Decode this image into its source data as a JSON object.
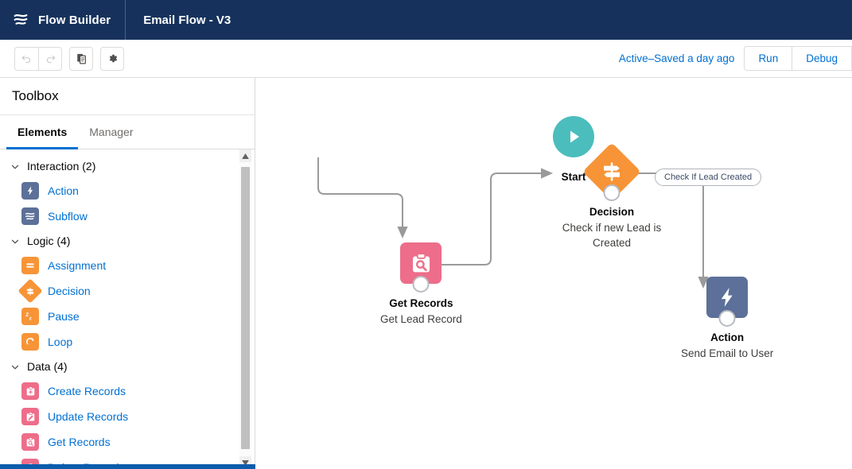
{
  "header": {
    "logo_icon": "flow-builder-logo",
    "app_name": "Flow Builder",
    "flow_title": "Email Flow - V3",
    "background_color": "#16325c"
  },
  "toolbar": {
    "undo_icon": "undo-icon",
    "redo_icon": "redo-icon",
    "copy_icon": "copy-icon",
    "settings_icon": "gear-icon",
    "status_text": "Active–Saved a day ago",
    "run_label": "Run",
    "debug_label": "Debug",
    "accent_color": "#0070d2"
  },
  "toolbox": {
    "title": "Toolbox",
    "tabs": [
      {
        "label": "Elements",
        "active": true
      },
      {
        "label": "Manager",
        "active": false
      }
    ],
    "groups": [
      {
        "title": "Interaction (2)",
        "items": [
          {
            "label": "Action",
            "icon": "lightning-bolt-icon",
            "color": "#5c7099",
            "shape": "square"
          },
          {
            "label": "Subflow",
            "icon": "subflow-icon",
            "color": "#5c7099",
            "shape": "square"
          }
        ]
      },
      {
        "title": "Logic (4)",
        "items": [
          {
            "label": "Assignment",
            "icon": "equals-icon",
            "color": "#f79437",
            "shape": "square"
          },
          {
            "label": "Decision",
            "icon": "signpost-icon",
            "color": "#f79437",
            "shape": "diamond"
          },
          {
            "label": "Pause",
            "icon": "zz-icon",
            "color": "#f79437",
            "shape": "square"
          },
          {
            "label": "Loop",
            "icon": "loop-icon",
            "color": "#f79437",
            "shape": "square"
          }
        ]
      },
      {
        "title": "Data (4)",
        "items": [
          {
            "label": "Create Records",
            "icon": "clipboard-plus-icon",
            "color": "#ed6d8a",
            "shape": "square"
          },
          {
            "label": "Update Records",
            "icon": "clipboard-pencil-icon",
            "color": "#ed6d8a",
            "shape": "square"
          },
          {
            "label": "Get Records",
            "icon": "clipboard-search-icon",
            "color": "#ed6d8a",
            "shape": "square"
          },
          {
            "label": "Delete Records",
            "icon": "clipboard-delete-icon",
            "color": "#ed6d8a",
            "shape": "square"
          }
        ]
      }
    ],
    "scrollbar": {
      "up_icon": "scroll-up-icon",
      "down_icon": "scroll-down-icon"
    }
  },
  "canvas": {
    "nodes": [
      {
        "id": "start",
        "title": "Start",
        "subtitle": "",
        "icon": "play-icon",
        "color": "#4bbdbd",
        "shape": "circle"
      },
      {
        "id": "get_records",
        "title": "Get Records",
        "subtitle": "Get Lead Record",
        "icon": "clipboard-search-icon",
        "color": "#ed6d8a",
        "shape": "square"
      },
      {
        "id": "decision",
        "title": "Decision",
        "subtitle": "Check if new Lead is Created",
        "icon": "signpost-icon",
        "color": "#f79437",
        "shape": "diamond"
      },
      {
        "id": "action",
        "title": "Action",
        "subtitle": "Send Email to User",
        "icon": "lightning-bolt-icon",
        "color": "#5c7099",
        "shape": "square"
      }
    ],
    "connector_labels": [
      {
        "id": "check-if-lead-created",
        "text": "Check If Lead Created"
      }
    ],
    "wire_color": "#9a9a9a"
  }
}
